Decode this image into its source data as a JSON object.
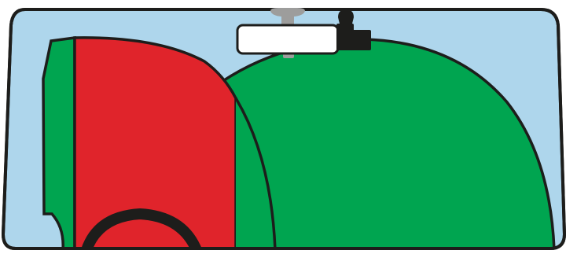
{
  "colors": {
    "page_background": "#ffffff",
    "glass": "#aed6ec",
    "outline": "#1d1d1b",
    "clear_zone_green": "#00a550",
    "restricted_zone_red": "#e0242b",
    "mirror_face": "#ffffff",
    "mirror_mount": "#9d9d9c",
    "dashcam_body": "#1d1d1b",
    "steering_wheel": "#1d1d1b"
  },
  "components": {
    "windscreen": {
      "icon": "windscreen-outline"
    },
    "driver_clear_zone": {
      "icon": "green-zone",
      "color_key": "clear_zone_green"
    },
    "driver_restricted_zone": {
      "icon": "red-zone",
      "color_key": "restricted_zone_red"
    },
    "wiper_sweep_zone": {
      "icon": "green-arc-zone",
      "color_key": "clear_zone_green"
    },
    "rear_view_mirror": {
      "icon": "mirror-icon"
    },
    "dash_camera": {
      "icon": "camera-icon"
    },
    "steering_wheel": {
      "icon": "steering-wheel-icon"
    }
  }
}
